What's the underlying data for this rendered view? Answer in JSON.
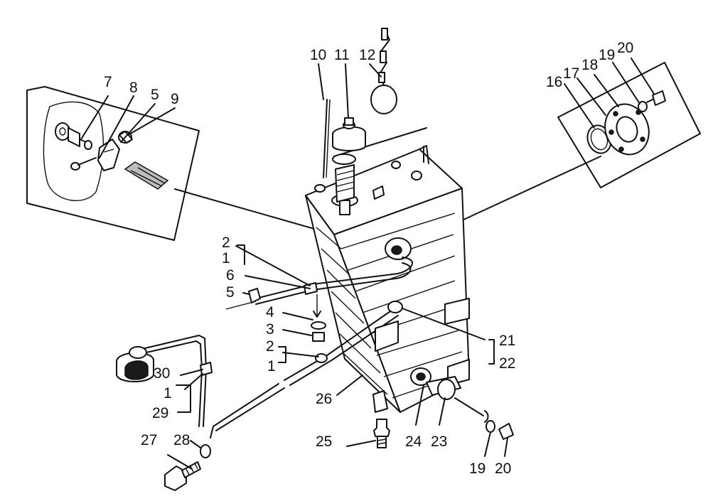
{
  "diagram": {
    "labels": {
      "l1a": "1",
      "l2a": "2",
      "l6": "6",
      "l5a": "5",
      "l4": "4",
      "l3": "3",
      "l2b": "2",
      "l1b": "1",
      "l30": "30",
      "l1c": "1",
      "l29": "29",
      "l27": "27",
      "l28": "28",
      "l26": "26",
      "l25": "25",
      "l24": "24",
      "l23": "23",
      "l19b": "19",
      "l20b": "20",
      "l21": "21",
      "l22": "22",
      "l7": "7",
      "l8": "8",
      "l5b": "5",
      "l9": "9",
      "l10": "10",
      "l11": "11",
      "l12": "12",
      "l16": "16",
      "l17": "17",
      "l18": "18",
      "l19a": "19",
      "l20a": "20"
    }
  }
}
